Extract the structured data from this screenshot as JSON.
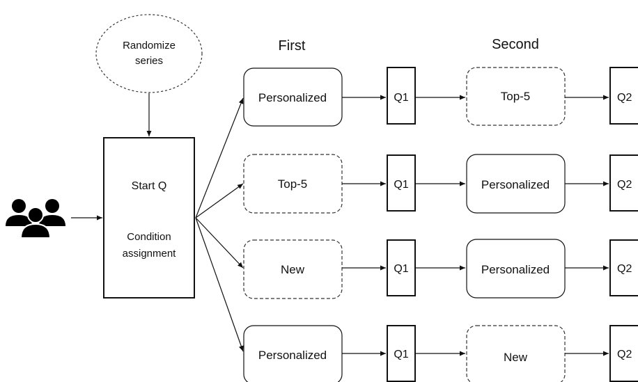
{
  "randomize": {
    "line1": "Randomize",
    "line2": "series"
  },
  "headers": {
    "first": "First",
    "second": "Second"
  },
  "start_box": {
    "title": "Start Q",
    "line1": "Condition",
    "line2": "assignment"
  },
  "participants_icon": "users-group-icon",
  "rows": [
    {
      "first": "Personalized",
      "first_style": "solid",
      "q1": "Q1",
      "second": "Top-5",
      "second_style": "dashed",
      "q2": "Q2"
    },
    {
      "first": "Top-5",
      "first_style": "dashed",
      "q1": "Q1",
      "second": "Personalized",
      "second_style": "solid",
      "q2": "Q2"
    },
    {
      "first": "New",
      "first_style": "dashed",
      "q1": "Q1",
      "second": "Personalized",
      "second_style": "solid",
      "q2": "Q2"
    },
    {
      "first": "Personalized",
      "first_style": "solid",
      "q1": "Q1",
      "second": "New",
      "second_style": "dashed",
      "q2": "Q2"
    }
  ]
}
